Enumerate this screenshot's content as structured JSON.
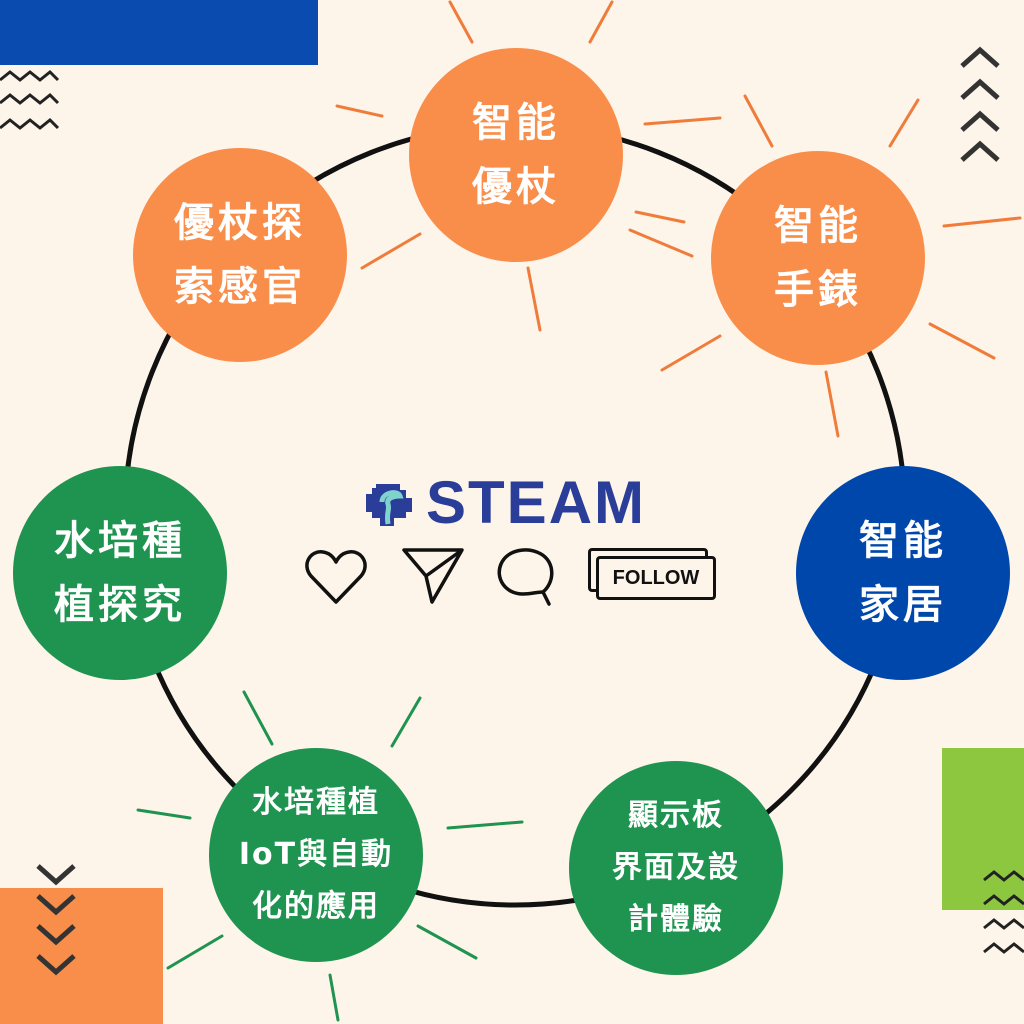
{
  "center": {
    "logo_text": "STEAM",
    "follow_label": "FOLLOW"
  },
  "nodes": [
    {
      "lines": [
        "智能",
        "優杖"
      ],
      "color": "#f98e4a"
    },
    {
      "lines": [
        "優杖探",
        "索感官"
      ],
      "color": "#f98e4a"
    },
    {
      "lines": [
        "智能",
        "手錶"
      ],
      "color": "#f98e4a"
    },
    {
      "lines": [
        "智能",
        "家居"
      ],
      "color": "#0047ab"
    },
    {
      "lines": [
        "顯示板",
        "界面及設",
        "計體驗"
      ],
      "color": "#1f9350"
    },
    {
      "lines": [
        "水培種植",
        "IoT與自動",
        "化的應用"
      ],
      "color": "#1f9350"
    },
    {
      "lines": [
        "水培種",
        "植探究"
      ],
      "color": "#1f9350"
    }
  ],
  "colors": {
    "background": "#fdf5e9",
    "orange": "#f98e4a",
    "green": "#1f9350",
    "blue": "#0047ab",
    "lime": "#8dc63f",
    "brand": "#2a3e99"
  }
}
